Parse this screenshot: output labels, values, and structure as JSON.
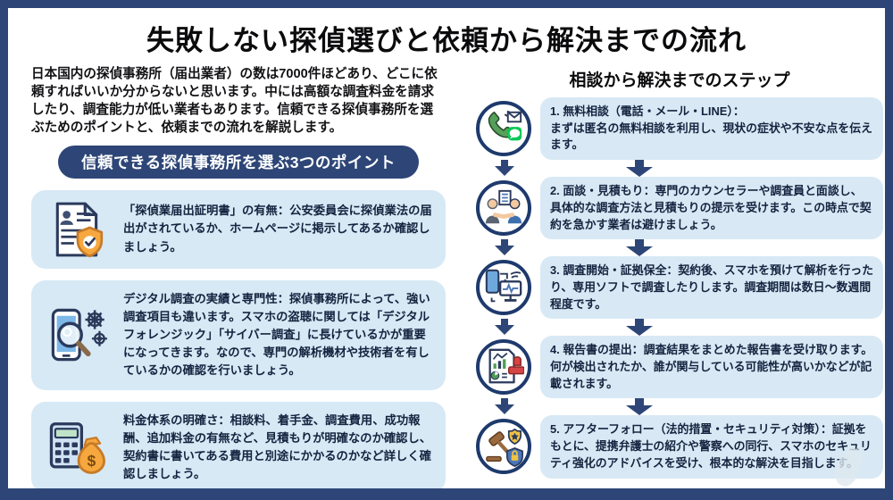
{
  "title": "失敗しない探偵選びと依頼から解決までの流れ",
  "left": {
    "intro": "日本国内の探偵事務所（届出業者）の数は7000件ほどあり、どこに依頼すればいいか分からないと思います。中には高額な調査料金を請求したり、調査能力が低い業者もあります。信頼できる探偵事務所を選ぶためのポイントと、依頼までの流れを解説します。",
    "banner": "信頼できる探偵事務所を選ぶ3つのポイント",
    "points": [
      {
        "icon": "certificate-shield-icon",
        "text": "「探偵業届出証明書」の有無：公安委員会に探偵業法の届出がされているか、ホームページに掲示してあるか確認しましょう。"
      },
      {
        "icon": "smartphone-forensics-icon",
        "text": "デジタル調査の実績と専門性：探偵事務所によって、強い調査項目も違います。スマホの盗聴に関しては「デジタルフォレンジック」「サイバー調査」に長けているかが重要になってきます。なので、専門の解析機材や技術者を有しているかの確認を行いましょう。"
      },
      {
        "icon": "calculator-money-icon",
        "text": "料金体系の明確さ：相談料、着手金、調査費用、成功報酬、追加料金の有無など、見積もりが明確なのか確認し、契約書に書いてある費用と別途にかかるのかなど詳しく確認しましょう。"
      }
    ]
  },
  "right": {
    "header": "相談から解決までのステップ",
    "steps": [
      {
        "icon": "phone-mail-line-icon",
        "text": "1. 無料相談（電話・メール・LINE）：\nまずは匿名の無料相談を利用し、現状の症状や不安な点を伝えます。"
      },
      {
        "icon": "meeting-handshake-icon",
        "text": "2. 面談・見積もり：専門のカウンセラーや調査員と面談し、具体的な調査方法と見積もりの提示を受けます。この時点で契約を急かす業者は避けましょう。"
      },
      {
        "icon": "phone-monitor-analysis-icon",
        "text": "3. 調査開始・証拠保全：契約後、スマホを預けて解析を行ったり、専用ソフトで調査したりします。調査期間は数日〜数週間程度です。"
      },
      {
        "icon": "report-stamp-icon",
        "text": "4. 報告書の提出：調査結果をまとめた報告書を受け取ります。何が検出されたか、誰が関与している可能性が高いかなどが記載されます。"
      },
      {
        "icon": "gavel-badge-shield-icon",
        "text": "5. アフターフォロー（法的措置・セキュリティ対策）：証拠をもとに、提携弁護士の紹介や警察への同行、スマホのセキュリティ強化のアドバイスを受け、根本的な解決を目指します。"
      }
    ]
  },
  "colors": {
    "frame_navy": "#2e4677",
    "circle_navy": "#1e3a6d",
    "card_blue": "#d6e9f5",
    "text_dark_navy": "#15233f",
    "accent_orange": "#f6a83f",
    "line_green": "#06c755",
    "stamp_red": "#d64545",
    "badge_gold": "#f0c244"
  }
}
